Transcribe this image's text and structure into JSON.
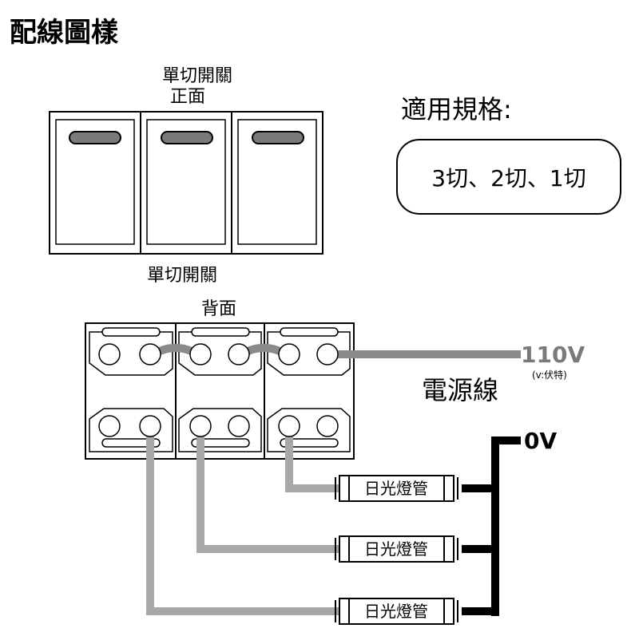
{
  "title": "配線圖樣",
  "front_label": {
    "line1": "單切開關",
    "line2": "正面"
  },
  "back_label": {
    "line1": "單切開關",
    "line2": "背面"
  },
  "spec": {
    "heading": "適用規格:",
    "value": "3切、2切、1切"
  },
  "power": {
    "voltage": "110V",
    "unit_note": "(v:伏特)",
    "name": "電源線"
  },
  "neutral": {
    "voltage": "0V"
  },
  "lamps": [
    {
      "label": "日光燈管"
    },
    {
      "label": "日光燈管"
    },
    {
      "label": "日光燈管"
    }
  ],
  "colors": {
    "live_wire": "#8a8a8a",
    "load_wire": "#a8a8a8",
    "neutral_wire": "#000000",
    "rocker": "#7a7a7a"
  }
}
